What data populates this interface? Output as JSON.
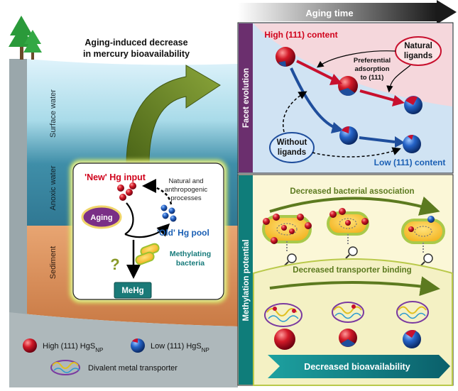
{
  "left_panel": {
    "title_line1": "Aging-induced decrease",
    "title_line2": "in mercury bioavailability",
    "zones": {
      "surface": "Surface water",
      "anoxic": "Anoxic water",
      "sediment": "Sediment"
    },
    "cycle": {
      "new_hg": "'New' Hg input",
      "natural_line1": "Natural and",
      "natural_line2": "anthropogenic",
      "natural_line3": "processes",
      "aging": "Aging",
      "old_hg": "'Old' Hg pool",
      "question": "?",
      "methylating_line1": "Methylating",
      "methylating_line2": "bacteria",
      "mehg": "MeHg"
    },
    "legend": {
      "high_prefix": "High (111) HgS",
      "low_prefix": "Low (111) HgS",
      "subscript": "NP",
      "transporter": "Divalent metal transporter"
    }
  },
  "right_panel": {
    "aging_time": "Aging time",
    "facet_label": "Facet evolution",
    "high_content": "High (111) content",
    "low_content": "Low (111) content",
    "natural_ligands_line1": "Natural",
    "natural_ligands_line2": "ligands",
    "preferential_line1": "Preferential",
    "preferential_line2": "adsorption",
    "preferential_line3": "to (111)",
    "without_line1": "Without",
    "without_line2": "ligands",
    "methylation_label": "Methylation potential",
    "bacterial_association": "Decreased bacterial association",
    "transporter_binding": "Decreased transporter binding",
    "bioavailability": "Decreased bioavailability"
  },
  "colors": {
    "high_facet": "#c8102e",
    "low_facet": "#1f4e9c",
    "purple_bar": "#6b2f6e",
    "teal_bar": "#0f7d7a",
    "olive_arrow": "#5c7a1f",
    "red_label": "#d0021b",
    "teal_text": "#167a7a"
  }
}
